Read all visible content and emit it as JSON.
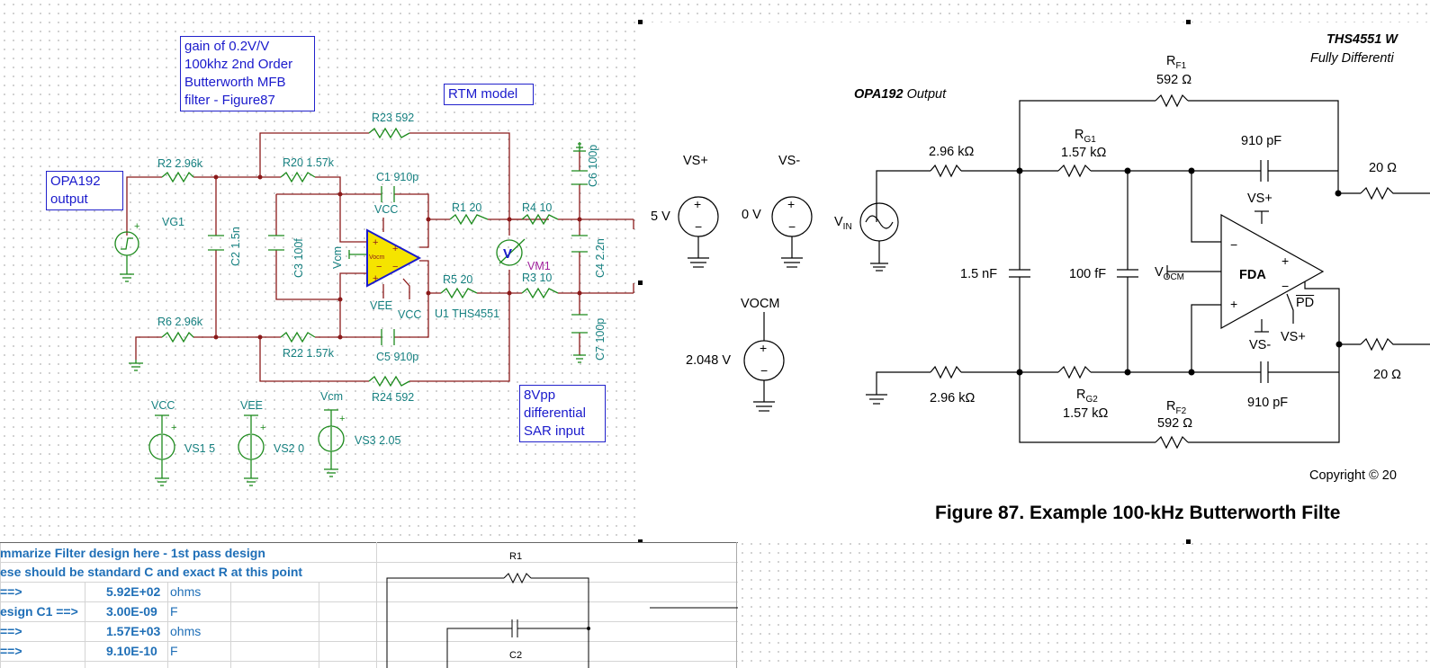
{
  "schematic": {
    "notes": {
      "gain_note": [
        "gain of 0.2V/V",
        "100khz 2nd Order",
        "Butterworth MFB",
        "filter - Figure87"
      ],
      "rtm_model": "RTM model",
      "opa_output": [
        "OPA192",
        "output"
      ],
      "sar_input": [
        "8Vpp",
        "differential",
        "SAR input"
      ]
    },
    "components": {
      "r23": "R23 592",
      "r2": "R2 2.96k",
      "r20": "R20 1.57k",
      "c1": "C1 910p",
      "vcc_top": "VCC",
      "r1": "R1 20",
      "r4": "R4 10",
      "c6": "C6 100p",
      "vg1": "VG1",
      "c2": "C2 1.5n",
      "c3": "C3 100f",
      "vcm_pin": "Vcm",
      "vm1": "VM1",
      "r3": "R3 10",
      "c4": "C4 2.2n",
      "r5": "R5 20",
      "vee_bot": "VEE",
      "vcc_bot": "VCC",
      "u1": "U1 THS4551",
      "r6": "R6 2.96k",
      "r22": "R22 1.57k",
      "c5": "C5 910p",
      "c7": "C7 100p",
      "r24": "R24 592",
      "opamp_inner": "Vocm",
      "meter_symbol": "V"
    },
    "sources": [
      {
        "top": "VCC",
        "name": "VS1 5"
      },
      {
        "top": "VEE",
        "name": "VS2 0"
      },
      {
        "top": "Vcm",
        "name": "VS3 2.05"
      }
    ]
  },
  "figure": {
    "title_right": "THS4551 W",
    "subtitle_right": "Fully Differenti",
    "opa_output": {
      "bold": "OPA192",
      "rest": " Output"
    },
    "rf1": {
      "name": "R",
      "sub": "F1",
      "value": "592 Ω"
    },
    "rg1": {
      "name": "R",
      "sub": "G1",
      "value": "1.57 kΩ"
    },
    "r_in_top": "2.96 kΩ",
    "r_in_bot": "2.96 kΩ",
    "c_fb_top": "910 pF",
    "c_fb_bot": "910 pF",
    "r_out_top": "20 Ω",
    "r_out_bot": "20 Ω",
    "vs_plus": "VS+",
    "vs_minus": "VS-",
    "v5": "5 V",
    "v0": "0 V",
    "vin": {
      "name": "V",
      "sub": "IN"
    },
    "c15": "1.5 nF",
    "c100": "100 fF",
    "vocm_pin": {
      "name": "V",
      "sub": "OCM"
    },
    "fda": "FDA",
    "pd": "PD",
    "vs_plus_amp": "VS+",
    "vs_minus_amp": "VS-",
    "vs_plus_bot": "VS+",
    "vocm_src": "VOCM",
    "v2048": "2.048 V",
    "rg2": {
      "name": "R",
      "sub": "G2",
      "value": "1.57 kΩ"
    },
    "rf2": {
      "name": "R",
      "sub": "F2",
      "value": "592 Ω"
    },
    "copyright": "Copyright © 20",
    "caption": "Figure 87.  Example 100-kHz Butterworth Filte"
  },
  "spreadsheet": {
    "row1": "mmarize Filter design here - 1st pass design",
    "row2": "ese should be standard C and exact R at this point",
    "rows": [
      {
        "label": "==>",
        "value": "5.92E+02",
        "unit": "ohms"
      },
      {
        "label": "esign C1 ==>",
        "value": "3.00E-09",
        "unit": "F"
      },
      {
        "label": "==>",
        "value": "1.57E+03",
        "unit": "ohms"
      },
      {
        "label": "==>",
        "value": "9.10E-10",
        "unit": "F"
      }
    ],
    "diagram_r1": "R1",
    "diagram_c2": "C2"
  },
  "colors": {
    "wire": "#8b1a1a",
    "component": "#1c8a1c",
    "label": "#168080",
    "note_blue": "#1a1acc",
    "opamp_fill": "#f5e400",
    "meter_magenta": "#a0209c"
  }
}
